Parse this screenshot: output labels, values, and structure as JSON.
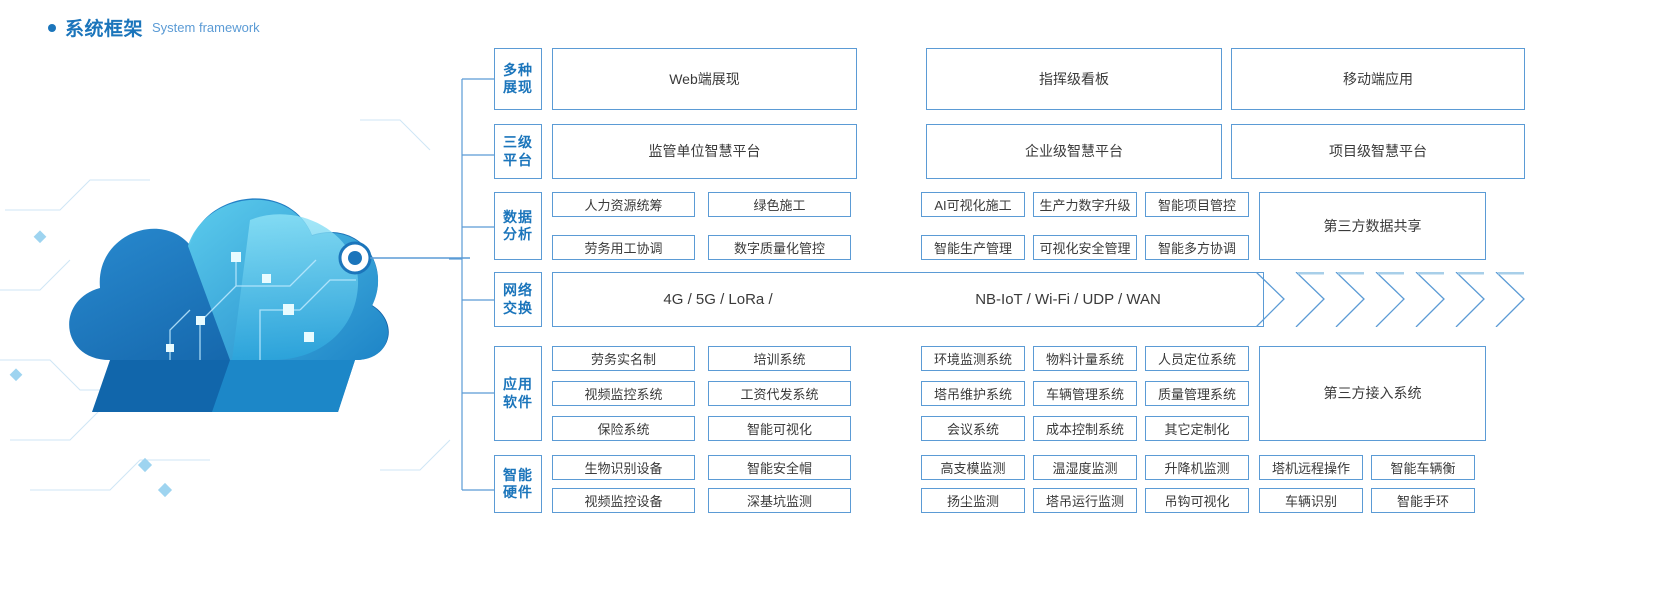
{
  "header": {
    "title_zh": "系统框架",
    "title_en": "System framework",
    "bullet_color": "#1b75bb",
    "title_color": "#1b75bb",
    "subtitle_color": "#5b9bd5"
  },
  "theme": {
    "border_color": "#5b9bd5",
    "text_color": "#3a3a3a",
    "accent": "#1b75bb",
    "cloud_blue_dark": "#1565a8",
    "cloud_blue_light": "#53c7e8"
  },
  "rows": [
    {
      "label_line1": "多种",
      "label_line2": "展现",
      "cells": [
        "Web端展现",
        "指挥级看板",
        "移动端应用"
      ]
    },
    {
      "label_line1": "三级",
      "label_line2": "平台",
      "cells": [
        "监管单位智慧平台",
        "企业级智慧平台",
        "项目级智慧平台"
      ]
    },
    {
      "label_line1": "数据",
      "label_line2": "分析",
      "left_grid": [
        [
          "人力资源统筹",
          "绿色施工"
        ],
        [
          "劳务用工协调",
          "数字质量化管控"
        ]
      ],
      "mid_grid": [
        [
          "AI可视化施工",
          "生产力数字升级",
          "智能项目管控"
        ],
        [
          "智能生产管理",
          "可视化安全管理",
          "智能多方协调"
        ]
      ],
      "wide": "第三方数据共享"
    },
    {
      "label_line1": "网络",
      "label_line2": "交换",
      "net_segments": [
        "4G / 5G / LoRa /",
        "NB-IoT / Wi-Fi / UDP / WAN"
      ],
      "chevron_count": 7
    },
    {
      "label_line1": "应用",
      "label_line2": "软件",
      "left_grid": [
        [
          "劳务实名制",
          "培训系统"
        ],
        [
          "视频监控系统",
          "工资代发系统"
        ],
        [
          "保险系统",
          "智能可视化"
        ]
      ],
      "mid_grid": [
        [
          "环境监测系统",
          "物料计量系统",
          "人员定位系统"
        ],
        [
          "塔吊维护系统",
          "车辆管理系统",
          "质量管理系统"
        ],
        [
          "会议系统",
          "成本控制系统",
          "其它定制化"
        ]
      ],
      "wide": "第三方接入系统"
    },
    {
      "label_line1": "智能",
      "label_line2": "硬件",
      "left_grid": [
        [
          "生物识别设备",
          "智能安全帽"
        ],
        [
          "视频监控设备",
          "深基坑监测"
        ]
      ],
      "mid_grid": [
        [
          "高支模监测",
          "温湿度监测",
          "升降机监测"
        ],
        [
          "扬尘监测",
          "塔吊运行监测",
          "吊钩可视化"
        ]
      ],
      "right_grid": [
        [
          "塔机远程操作",
          "智能车辆衡"
        ],
        [
          "车辆识别",
          "智能手环"
        ]
      ]
    }
  ],
  "illustration": {
    "name": "cloud-computing-illustration",
    "node_label": "network-node"
  }
}
